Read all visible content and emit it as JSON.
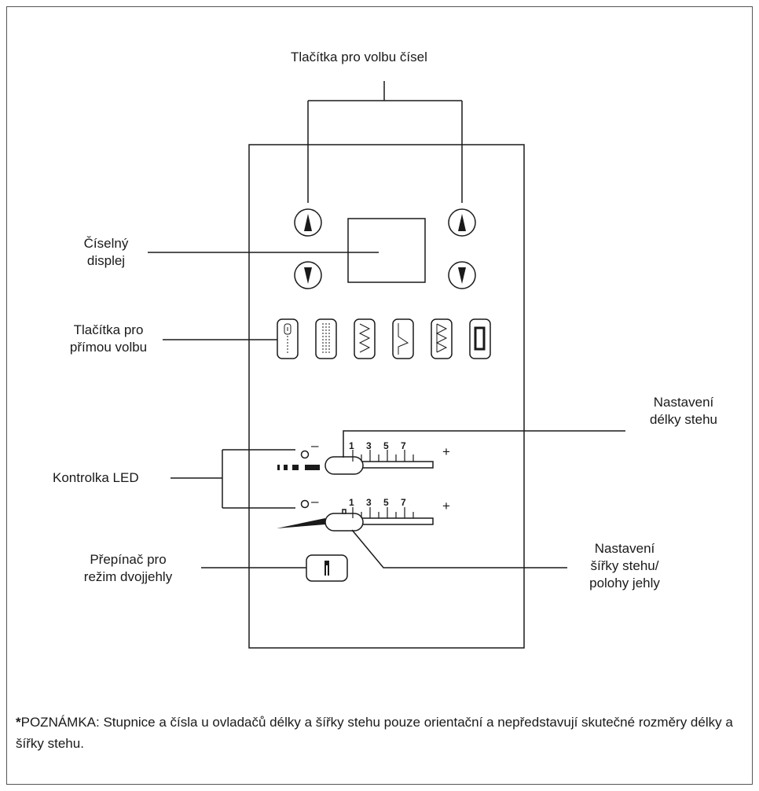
{
  "labels": {
    "number_buttons": "Tlačítka pro volbu čísel",
    "display_line1": "Číselný",
    "display_line2": "displej",
    "direct_line1": "Tlačítka pro",
    "direct_line2": "přímou volbu",
    "led": "Kontrolka LED",
    "twin_line1": "Přepínač pro",
    "twin_line2": "režim dvojjehly",
    "length_line1": "Nastavení",
    "length_line2": "délky stehu",
    "width_line1": "Nastavení",
    "width_line2": "šířky stehu/",
    "width_line3": "polohy jehly"
  },
  "sliders": {
    "minus": "–",
    "plus": "+",
    "ticks": [
      "1",
      "3",
      "5",
      "7"
    ]
  },
  "note": {
    "prefix": "*",
    "text": "POZNÁMKA: Stupnice a čísla u ovladačů délky a šířky stehu pouze orientační a nepředstavují skutečné rozměry délky a šířky stehu."
  },
  "icons": {
    "up_arrow": "triangle-up-icon",
    "down_arrow": "triangle-down-icon",
    "direct_buttons": [
      "buttonhole-icon",
      "straight-stitch-icon",
      "zigzag-icon",
      "blind-hem-icon",
      "triple-zigzag-icon",
      "bartack-icon"
    ],
    "twin_needle": "twin-needle-icon"
  }
}
